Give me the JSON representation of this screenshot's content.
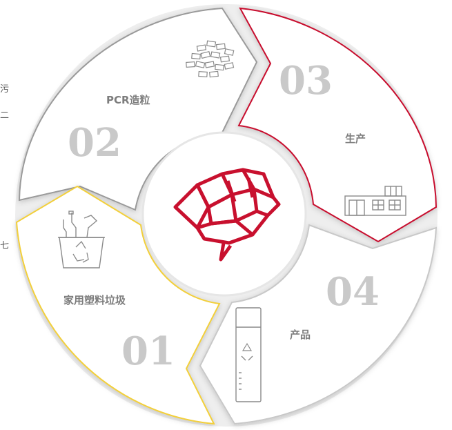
{
  "colors": {
    "gray_stroke": "#9a9a9a",
    "light_gray_stroke": "#c8c8c8",
    "red_accent": "#c8102e",
    "yellow_accent": "#f2cf3a",
    "number_fill": "#c9c9c9",
    "label_fill": "#7d7d7d"
  },
  "center": {
    "icon": "rose-logo-icon"
  },
  "segments": [
    {
      "number": "01",
      "label": "家用塑料垃圾",
      "icon": "recycling-bin-icon",
      "accent": "#f2cf3a"
    },
    {
      "number": "02",
      "label": "PCR造粒",
      "icon": "pellets-icon",
      "accent": "#9a9a9a"
    },
    {
      "number": "03",
      "label": "生产",
      "icon": "factory-icon",
      "accent": "#c8102e"
    },
    {
      "number": "04",
      "label": "产品",
      "icon": "recycling-bottle-icon",
      "accent": "#c8c8c8"
    }
  ],
  "edge_fragments": [
    "污",
    "二",
    "七"
  ]
}
